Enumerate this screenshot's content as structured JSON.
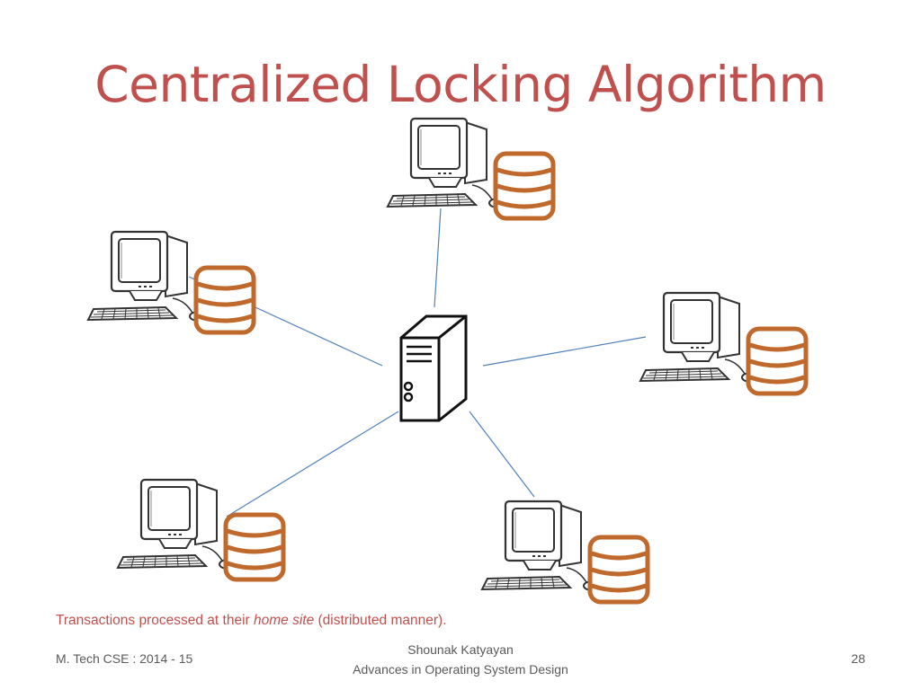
{
  "slide": {
    "title": "Centralized Locking Algorithm",
    "caption_pre": "Transactions processed at their ",
    "caption_em": "home site",
    "caption_post": " (distributed manner).",
    "footer_left": "M. Tech CSE : 2014 - 15",
    "footer_center_line1": "Shounak Katyayan",
    "footer_center_line2": "Advances in Operating System Design",
    "page_number": "28"
  },
  "colors": {
    "title": "#c0504d",
    "database": "#c0692c",
    "link": "#4f81bd",
    "outline": "#333333"
  },
  "diagram": {
    "center": {
      "icon": "server-tower-icon"
    },
    "sites": [
      {
        "id": "top",
        "icons": [
          "computer-icon",
          "database-icon"
        ]
      },
      {
        "id": "upper-left",
        "icons": [
          "computer-icon",
          "database-icon"
        ]
      },
      {
        "id": "right",
        "icons": [
          "computer-icon",
          "database-icon"
        ]
      },
      {
        "id": "lower-left",
        "icons": [
          "computer-icon",
          "database-icon"
        ]
      },
      {
        "id": "lower-right",
        "icons": [
          "computer-icon",
          "database-icon"
        ]
      }
    ]
  }
}
